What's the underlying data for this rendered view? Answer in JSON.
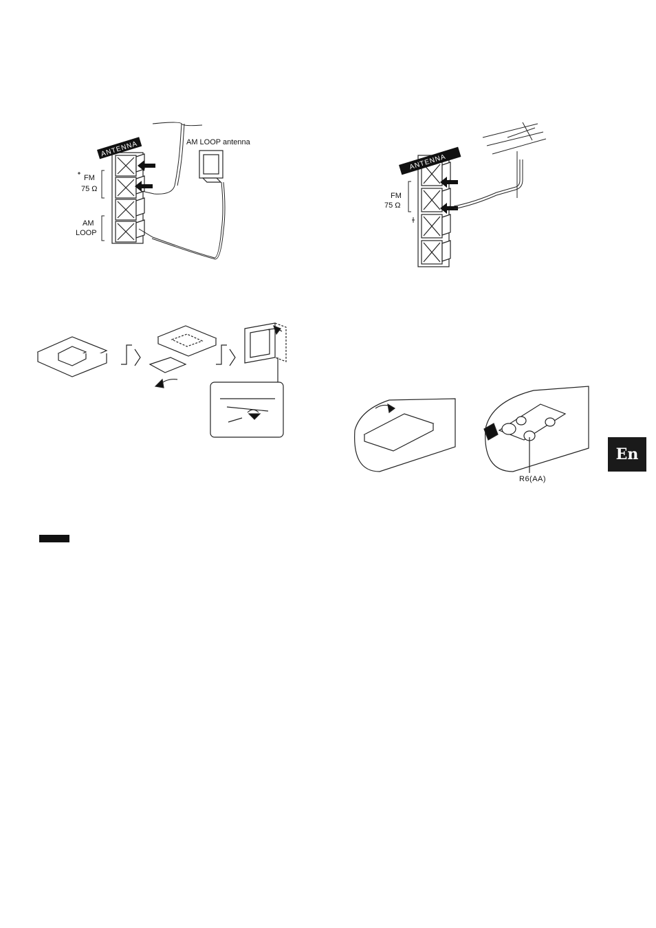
{
  "fig1": {
    "antenna_badge": "ANTENNA",
    "am_loop_callout": "AM LOOP antenna",
    "fm_label": "FM",
    "ohm_label": "75 Ω",
    "am_label": "AM",
    "loop_label": "LOOP"
  },
  "fig2": {
    "antenna_badge": "ANTENNA",
    "fm_label": "FM",
    "ohm_label": "75 Ω"
  },
  "fig4": {
    "battery_label": "R6(AA)"
  },
  "language_tab": "En"
}
